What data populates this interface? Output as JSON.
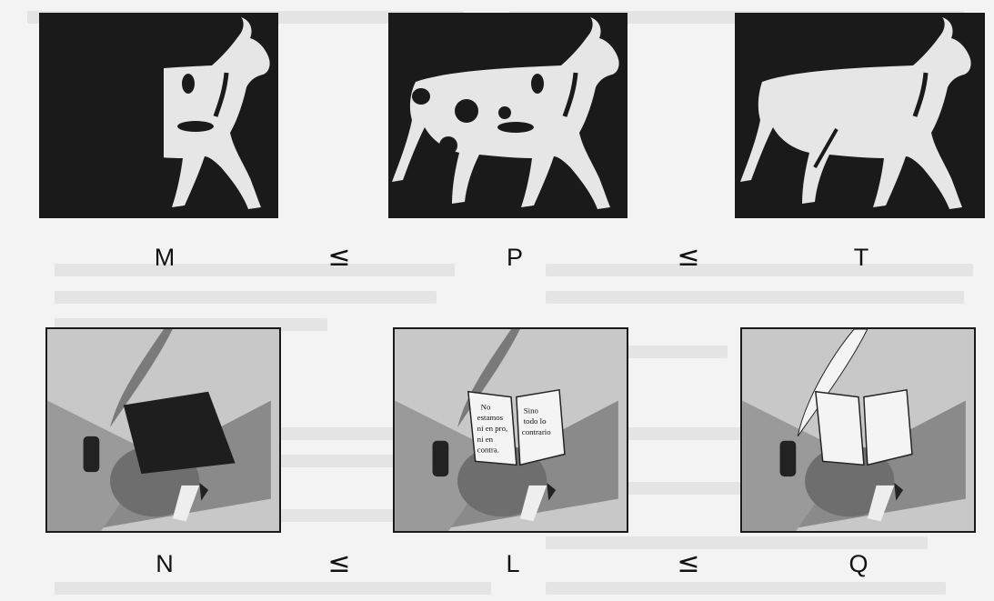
{
  "rows": [
    {
      "panels": [
        {
          "label": "M",
          "variant": "bull-half"
        },
        {
          "label": "P",
          "variant": "bull-spots"
        },
        {
          "label": "T",
          "variant": "bull-full"
        }
      ],
      "relations": [
        "≤",
        "≤"
      ]
    },
    {
      "panels": [
        {
          "label": "N",
          "variant": "book-dark"
        },
        {
          "label": "L",
          "variant": "book-text"
        },
        {
          "label": "Q",
          "variant": "book-blank"
        }
      ],
      "relations": [
        "≤",
        "≤"
      ]
    }
  ],
  "book_text": {
    "left": [
      "No",
      "estamos",
      "ni en pro,",
      "ni en",
      "contra."
    ],
    "right": [
      "Sino",
      "todo lo",
      "contrario"
    ]
  },
  "colors": {
    "bull_background": "#1a1a1a",
    "bull_body": "#e6e6e6",
    "book_background": "#c8c8c8",
    "ink": "#111111"
  }
}
